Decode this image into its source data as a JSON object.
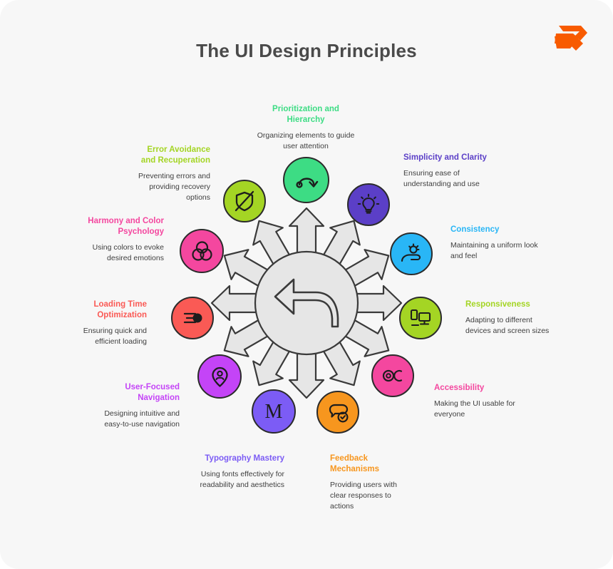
{
  "page": {
    "title": "The UI Design Principles",
    "background_color": "#f7f7f7",
    "title_color": "#4a4a4a",
    "logo_name": "brand-logo-r",
    "logo_color": "#f85b00",
    "watermark": ""
  },
  "hub": {
    "name": "central-hub",
    "icon": "undo-arrow-icon",
    "fill": "#e4e4e4",
    "stroke": "#3a3a3a",
    "arrow_count": 12
  },
  "principles": [
    {
      "id": "prioritization-and-hierarchy",
      "title": "Prioritization and Hierarchy",
      "description": "Organizing elements to guide user attention",
      "color": "#3ddc84",
      "icon": "curved-arrow-icon",
      "align": "center"
    },
    {
      "id": "simplicity-and-clarity",
      "title": "Simplicity and Clarity",
      "description": "Ensuring ease of understanding and use",
      "color": "#5b3fc7",
      "icon": "lightbulb-icon",
      "align": "left"
    },
    {
      "id": "consistency",
      "title": "Consistency",
      "description": "Maintaining a uniform look and feel",
      "color": "#29b6f6",
      "icon": "hand-gear-icon",
      "align": "left"
    },
    {
      "id": "responsiveness",
      "title": "Responsiveness",
      "description": "Adapting to different devices and screen sizes",
      "color": "#a4d524",
      "icon": "devices-icon",
      "align": "left"
    },
    {
      "id": "accessibility",
      "title": "Accessibility",
      "description": "Making the UI usable for everyone",
      "color": "#f4479f",
      "icon": "eye-contrast-icon",
      "align": "left"
    },
    {
      "id": "feedback-mechanisms",
      "title": "Feedback Mechanisms",
      "description": "Providing users with clear responses to actions",
      "color": "#f7961e",
      "icon": "speech-bubble-check-icon",
      "align": "left"
    },
    {
      "id": "typography-mastery",
      "title": "Typography Mastery",
      "description": "Using fonts effectively for readability and aesthetics",
      "color": "#7c5cf5",
      "icon": "letter-m-icon",
      "align": "right"
    },
    {
      "id": "user-focused-navigation",
      "title": "User-Focused Navigation",
      "description": "Designing intuitive and easy-to-use navigation",
      "color": "#c444f7",
      "icon": "map-pin-user-icon",
      "align": "right"
    },
    {
      "id": "loading-time-optimization",
      "title": "Loading Time Optimization",
      "description": "Ensuring quick and efficient loading",
      "color": "#fa5a55",
      "icon": "speed-meteor-icon",
      "align": "right"
    },
    {
      "id": "harmony-and-color-psychology",
      "title": "Harmony and Color Psychology",
      "description": "Using colors to evoke desired emotions",
      "color": "#f4479f",
      "icon": "color-wheel-icon",
      "align": "right"
    },
    {
      "id": "error-avoidance-and-recuperation",
      "title": "Error Avoidance and Recuperation",
      "description": "Preventing errors and providing recovery options",
      "color": "#a4d524",
      "icon": "shield-off-icon",
      "align": "right"
    }
  ],
  "labels": {
    "prioritization_title": "Prioritization and Hierarchy",
    "prioritization_desc": "Organizing elements to guide user attention",
    "simplicity_title": "Simplicity and Clarity",
    "simplicity_desc": "Ensuring ease of understanding and use",
    "consistency_title": "Consistency",
    "consistency_desc": "Maintaining a uniform look and feel",
    "responsiveness_title": "Responsiveness",
    "responsiveness_desc": "Adapting to different devices and screen sizes",
    "accessibility_title": "Accessibility",
    "accessibility_desc": "Making the UI usable for everyone",
    "feedback_title": "Feedback Mechanisms",
    "feedback_desc": "Providing users with clear responses to actions",
    "typography_title": "Typography Mastery",
    "typography_desc": "Using fonts effectively for readability and aesthetics",
    "navigation_title": "User-Focused Navigation",
    "navigation_desc": "Designing intuitive and easy-to-use navigation",
    "loading_title": "Loading Time Optimization",
    "loading_desc": "Ensuring quick and efficient loading",
    "harmony_title": "Harmony and Color Psychology",
    "harmony_desc": "Using colors to evoke desired emotions",
    "error_title": "Error Avoidance and Recuperation",
    "error_desc": "Preventing errors and providing recovery options"
  }
}
